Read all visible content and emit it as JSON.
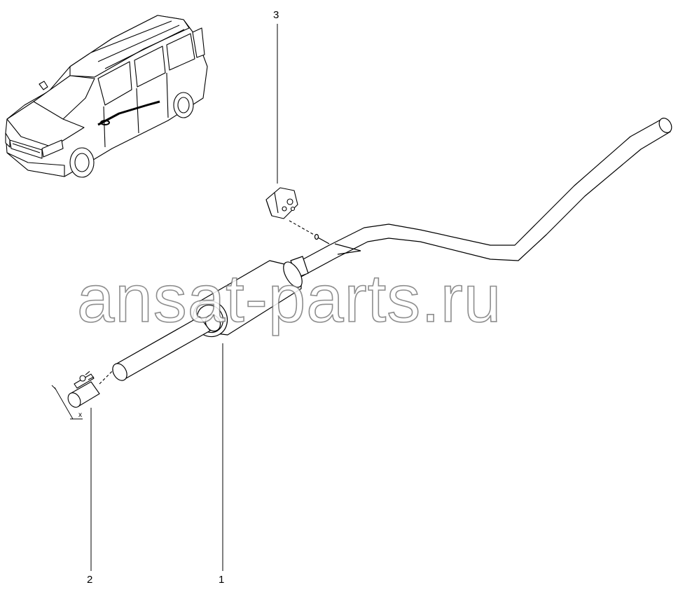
{
  "diagram": {
    "callouts": [
      {
        "id": "1",
        "label": "1"
      },
      {
        "id": "2",
        "label": "2"
      },
      {
        "id": "3",
        "label": "3"
      }
    ],
    "axis_marker": "x",
    "watermark": "ansat-parts.ru"
  },
  "icons": {
    "vehicle": "car-icon",
    "muffler": "muffler-icon",
    "clamp": "clamp-icon",
    "hanger": "rubber-hanger-icon"
  }
}
